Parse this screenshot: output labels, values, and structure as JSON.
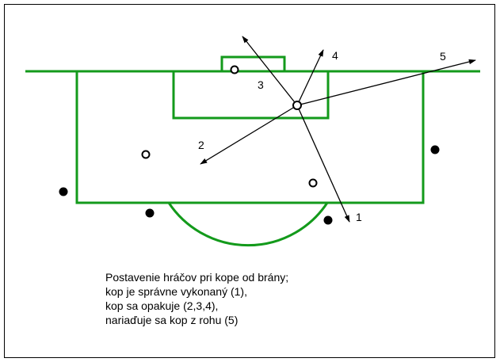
{
  "colors": {
    "field_lines": "#139a1b",
    "arrows": "#000000",
    "border": "#000000",
    "background": "#ffffff"
  },
  "kick_labels": [
    "1",
    "2",
    "3",
    "4",
    "5"
  ],
  "caption": {
    "line1": "Postavenie hráčov pri kope od brány;",
    "line2": "kop je správne vykonaný (1),",
    "line3": "kop sa opakuje (2,3,4),",
    "line4": "nariaďuje sa kop z rohu (5)"
  }
}
